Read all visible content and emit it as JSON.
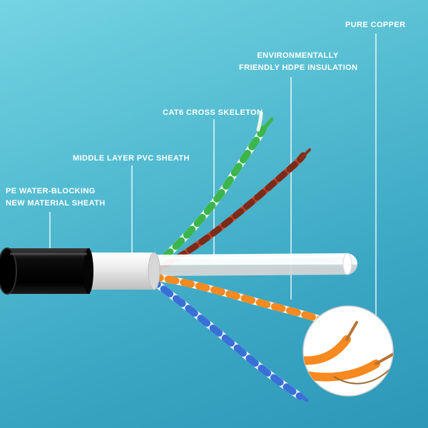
{
  "page": {
    "background_top": "#74d4e3",
    "background_bottom": "#2d97b8",
    "label_color": "#ffffff"
  },
  "annotations": {
    "pure_copper": {
      "label": "PURE COPPER"
    },
    "hdpe": {
      "line1": "ENVIRONMENTALLY",
      "line2": "FRIENDLY HDPE INSULATION"
    },
    "cat6_skeleton": {
      "label": "CAT6 CROSS SKELETON"
    },
    "pvc_sheath": {
      "label": "MIDDLE LAYER PVC SHEATH"
    },
    "pe_sheath": {
      "line1": "PE WATER-BLOCKING",
      "line2": "NEW MATERIAL SHEATH"
    }
  },
  "diagram": {
    "subject": "CAT6 network cable cutaway with labeled layers",
    "colors": {
      "outer_jacket": "#0d0d0d",
      "middle_sheath": "#e9e9e9",
      "cross_skeleton": "#f2f2f2",
      "pair_green": "#3cb54a",
      "pair_brown": "#9c3a22",
      "pair_orange": "#f6891f",
      "pair_blue": "#3a6fd8",
      "pair_white": "#f7f7f7",
      "copper": "#b87333",
      "leader_line": "#ffffff"
    }
  }
}
